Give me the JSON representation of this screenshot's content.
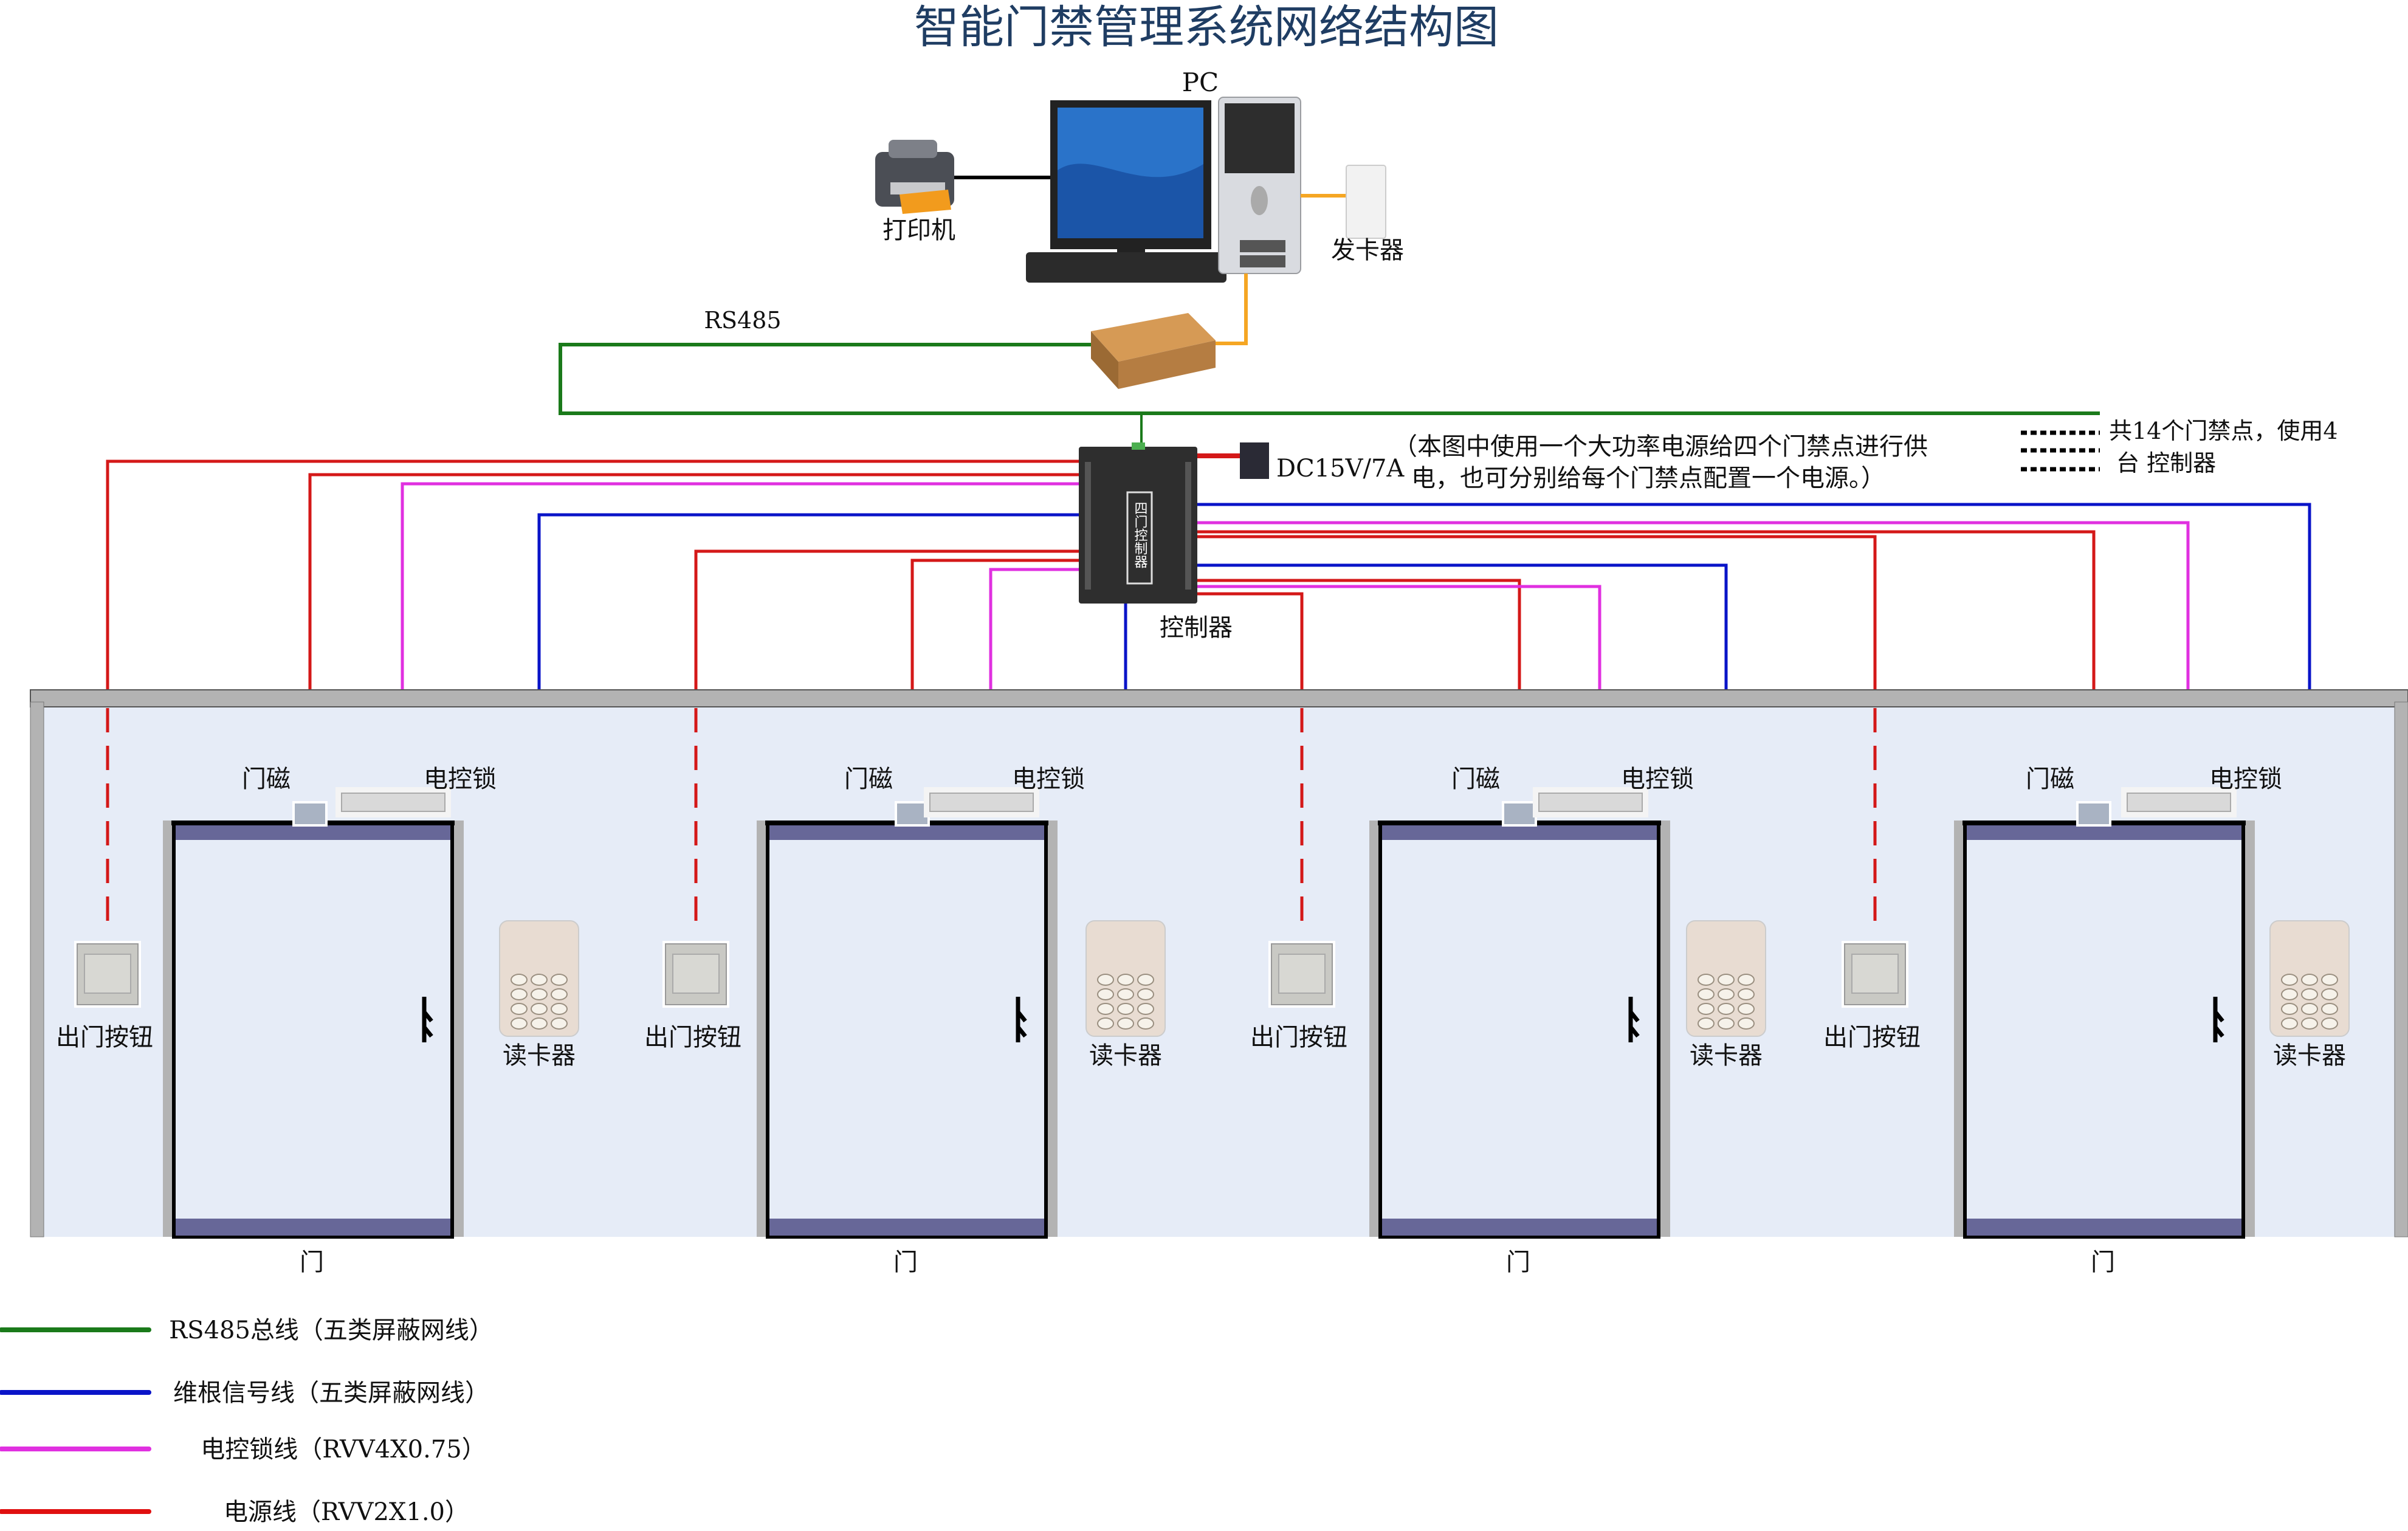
{
  "title": "智能门禁管理系统网络结构图",
  "top": {
    "pc_label": "PC",
    "printer_label": "打印机",
    "card_issuer_label": "发卡器",
    "rs485_label": "RS485",
    "controller_label": "控制器",
    "controller_face_text": "四门控制器",
    "power_label": "DC15V/7A",
    "note_line1": "（本图中使用一个大功率电源给四个门禁点进行供",
    "note_line2": "电，也可分别给每个门禁点配置一个电源。）",
    "summary_line1": "共14个门禁点，使用4",
    "summary_line2": "台 控制器"
  },
  "doors": [
    {
      "door_label": "门",
      "magnet_label": "门磁",
      "lock_label": "电控锁",
      "exit_button_label": "出门按钮",
      "reader_label": "读卡器"
    },
    {
      "door_label": "门",
      "magnet_label": "门磁",
      "lock_label": "电控锁",
      "exit_button_label": "出门按钮",
      "reader_label": "读卡器"
    },
    {
      "door_label": "门",
      "magnet_label": "门磁",
      "lock_label": "电控锁",
      "exit_button_label": "出门按钮",
      "reader_label": "读卡器"
    },
    {
      "door_label": "门",
      "magnet_label": "门磁",
      "lock_label": "电控锁",
      "exit_button_label": "出门按钮",
      "reader_label": "读卡器"
    }
  ],
  "legend": [
    {
      "label": "RS485总线（五类屏蔽网线）",
      "color": "#1a7a1a"
    },
    {
      "label": "维根信号线（五类屏蔽网线）",
      "color": "#0a14c8"
    },
    {
      "label": "电控锁线（RVV4X0.75）",
      "color": "#e030e0"
    },
    {
      "label": "电源线（RVV2X1.0）",
      "color": "#e01010"
    }
  ],
  "colors": {
    "rs485": "#1a7a1a",
    "wiegand": "#0a14c8",
    "lock": "#e030e0",
    "power": "#d41818",
    "usb": "#f5a623",
    "wall": "#b3b3b3",
    "room": "#e6ecf7",
    "door_band": "#676798"
  }
}
